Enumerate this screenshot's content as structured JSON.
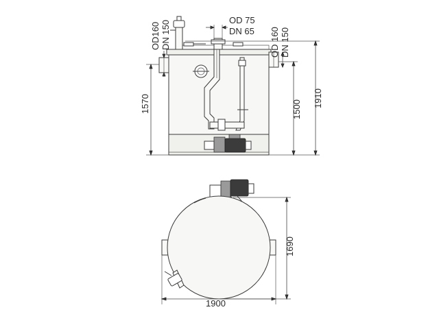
{
  "labels": {
    "inlet_left_od": "OD160",
    "inlet_left_dn": "DN 150",
    "top_od": "OD 75",
    "top_dn": "DN 65",
    "outlet_right_od": "OD 160",
    "outlet_right_dn": "DN 150"
  },
  "dimensions": {
    "height_inlet": "1570",
    "height_outlet": "1500",
    "height_total": "1910",
    "plan_depth": "1690",
    "plan_width": "1900"
  },
  "colors": {
    "line": "#3a3a3a",
    "tank_fill": "#f7f7f5",
    "motor": "#3b3b3b"
  }
}
